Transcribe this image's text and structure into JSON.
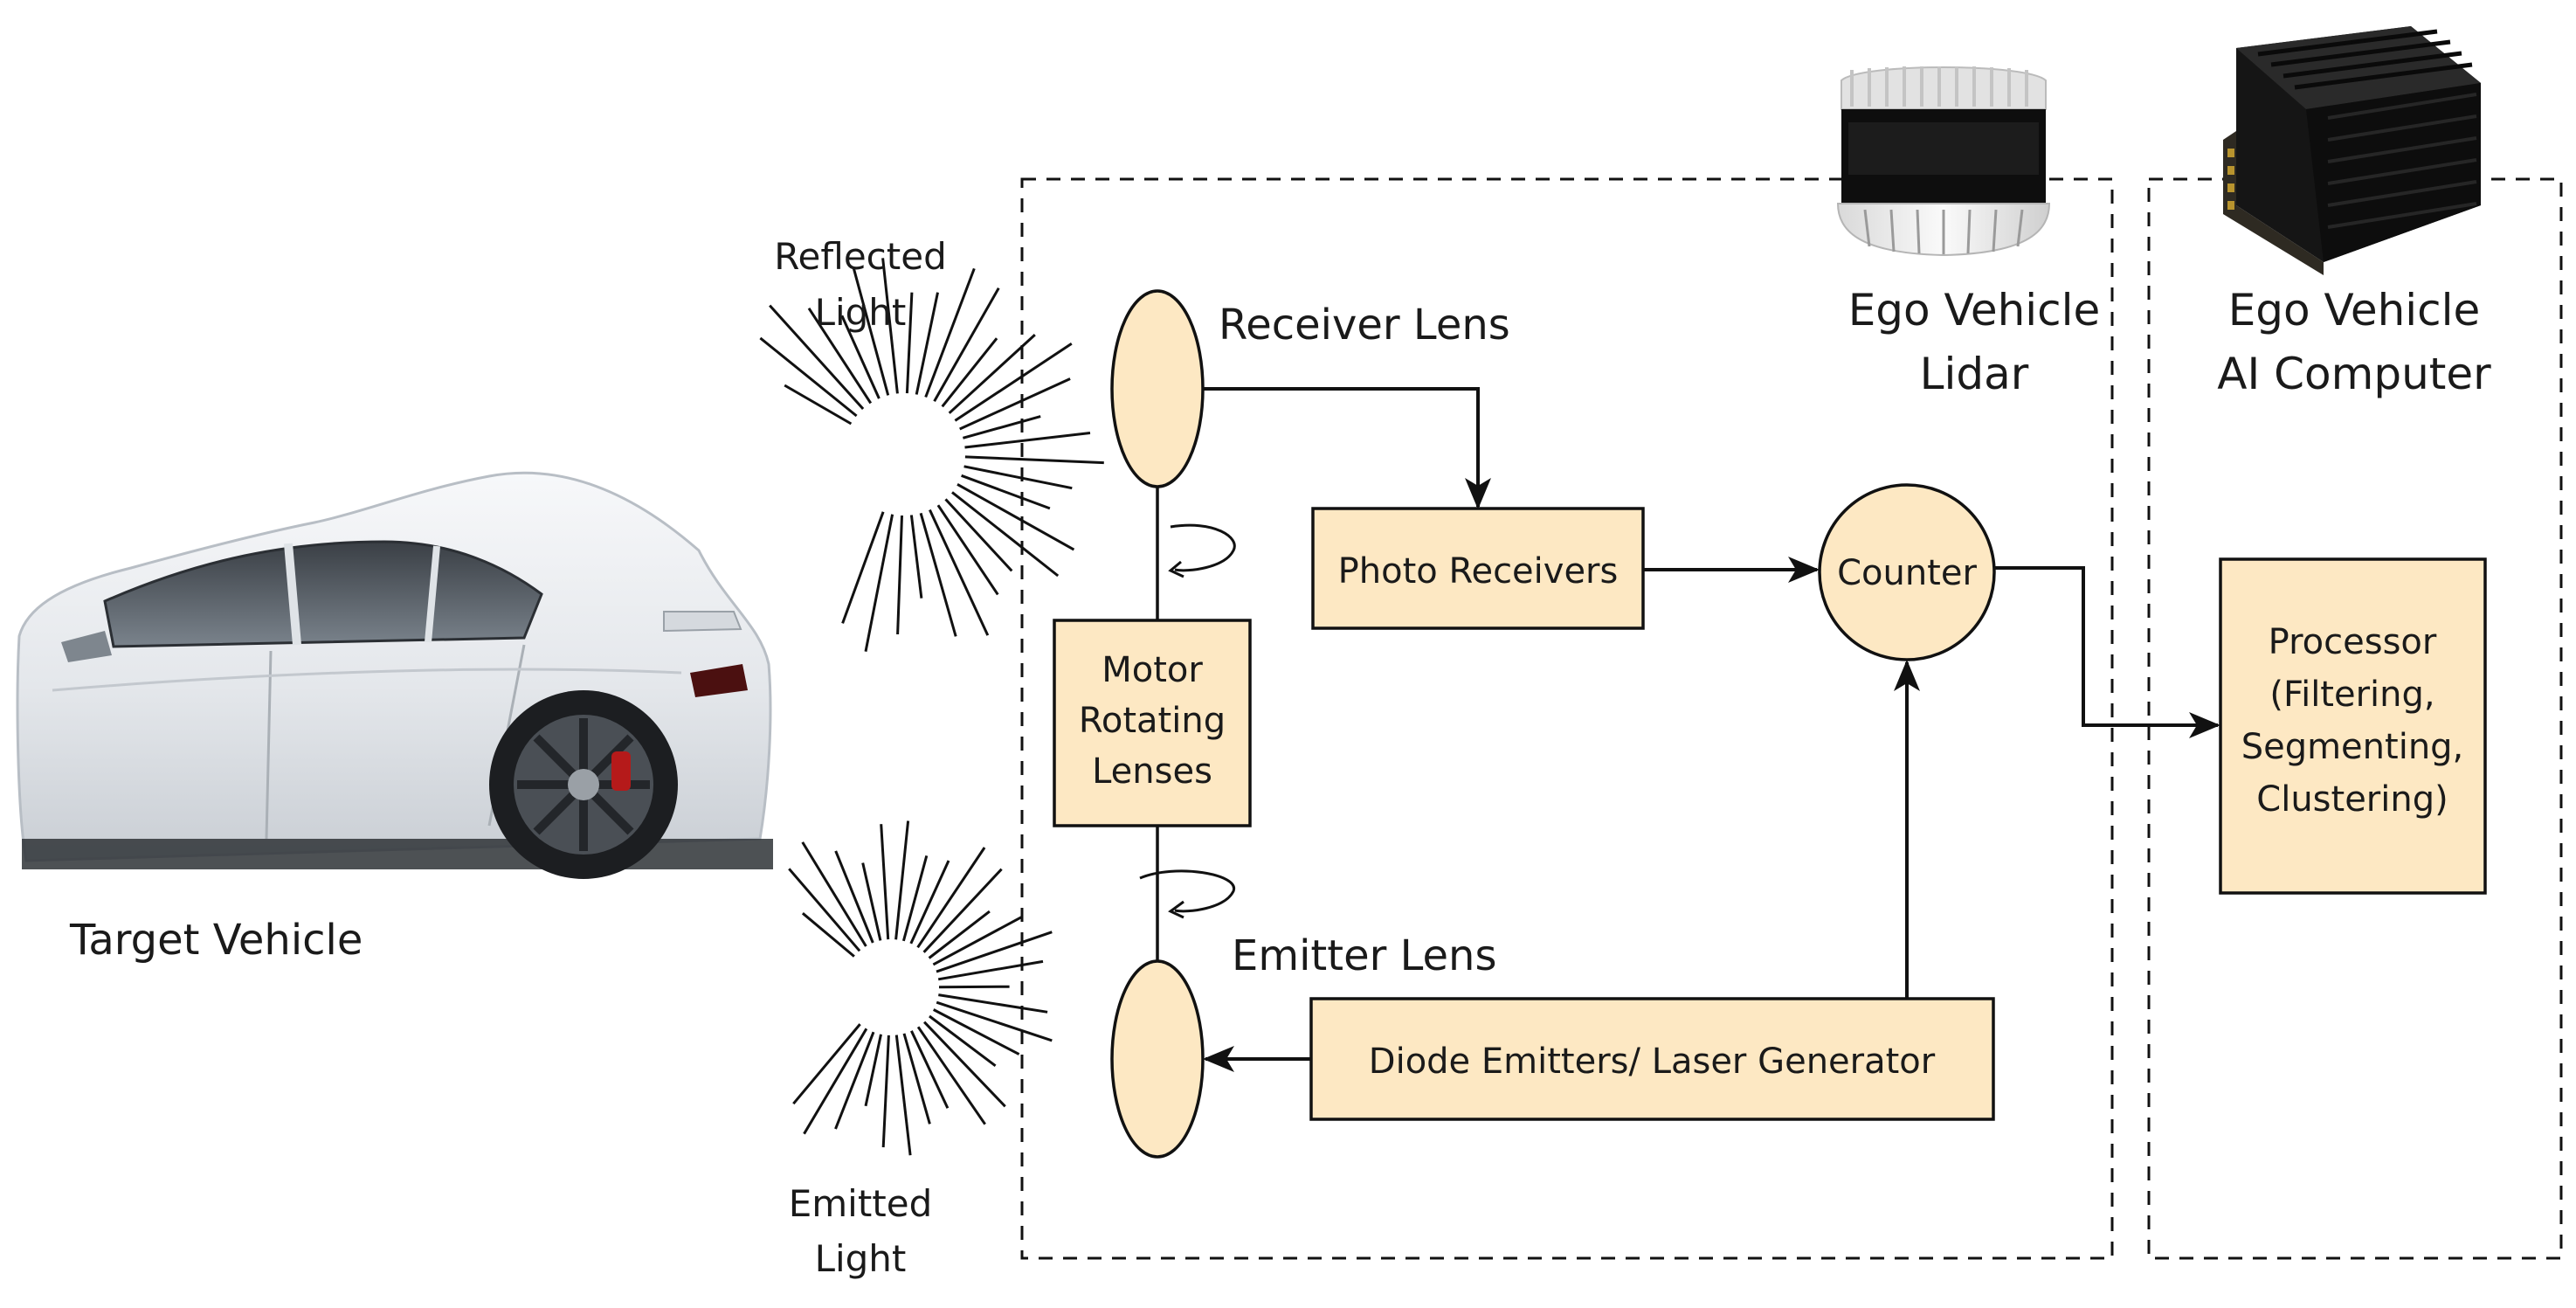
{
  "labels": {
    "target_vehicle": "Target Vehicle",
    "reflected_light_1": "Reflected",
    "reflected_light_2": "Light",
    "emitted_light_1": "Emitted",
    "emitted_light_2": "Light",
    "receiver_lens": "Receiver Lens",
    "emitter_lens": "Emitter Lens",
    "lidar_title_1": "Ego Vehicle",
    "lidar_title_2": "Lidar",
    "computer_title_1": "Ego Vehicle",
    "computer_title_2": "AI Computer"
  },
  "blocks": {
    "photo_receivers": "Photo Receivers",
    "counter": "Counter",
    "motor_1": "Motor",
    "motor_2": "Rotating",
    "motor_3": "Lenses",
    "diode": "Diode Emitters/ Laser Generator",
    "processor_1": "Processor",
    "processor_2": "(Filtering,",
    "processor_3": "Segmenting,",
    "processor_4": "Clustering)"
  },
  "colors": {
    "block_fill": "#fde8c3",
    "stroke": "#111111",
    "car_body": "#e9ebee"
  },
  "icons": {
    "car": "car-illustration",
    "lidar": "lidar-sensor-icon",
    "computer": "ai-computer-icon"
  }
}
